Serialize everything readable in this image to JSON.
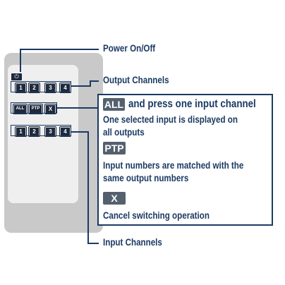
{
  "remote": {
    "power_symbol": "⏻",
    "output_keys": [
      "1",
      "2",
      "3",
      "4"
    ],
    "mode_keys": [
      "ALL",
      "PTP",
      "X"
    ],
    "input_keys": [
      "1",
      "2",
      "3",
      "4"
    ]
  },
  "labels": {
    "power": "Power On/Off",
    "output": "Output Channels",
    "input": "Input Channels"
  },
  "infobox": {
    "all_tag": "ALL",
    "all_heading": "and press one input channel",
    "all_desc_line1": "One selected input is displayed on",
    "all_desc_line2": "all outputs",
    "ptp_tag": "PTP",
    "ptp_desc_line1": "Input numbers are matched with the",
    "ptp_desc_line2": "same output numbers",
    "x_tag": "X",
    "x_desc": "Cancel switching operation"
  },
  "colors": {
    "text": "#1b3a63",
    "key": "#1e2a3c",
    "tag": "#55606f",
    "remote_body": "#c9c9c9",
    "remote_panel": "#efefef"
  }
}
